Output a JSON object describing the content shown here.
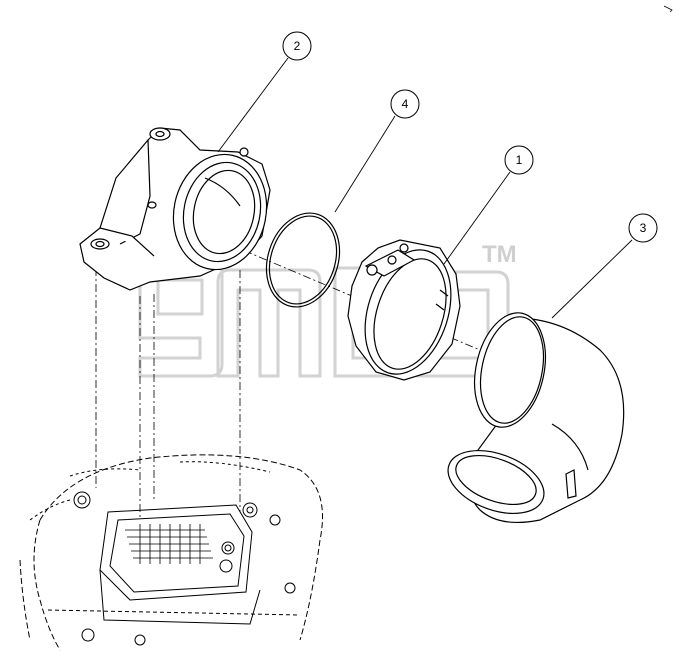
{
  "diagram": {
    "callouts": [
      {
        "id": "callout-2",
        "label": "2"
      },
      {
        "id": "callout-4",
        "label": "4"
      },
      {
        "id": "callout-1",
        "label": "1"
      },
      {
        "id": "callout-3",
        "label": "3"
      }
    ],
    "watermark": {
      "trademark": "TM"
    },
    "colors": {
      "line": "#000000",
      "watermark": "#cfcfcf",
      "background": "#ffffff"
    }
  }
}
